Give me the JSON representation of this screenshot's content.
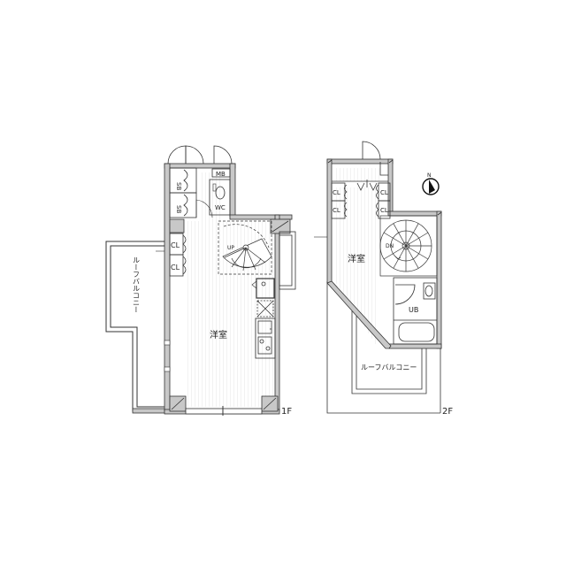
{
  "floor1": {
    "floor_label": "1F",
    "rooms": {
      "main": "洋室",
      "wc": "WC",
      "mb": "MB",
      "sb1": "SB",
      "sb2": "SB",
      "cl1": "CL",
      "cl2": "CL"
    },
    "stair_label": "UP",
    "balcony": "ルーフバルコニー"
  },
  "floor2": {
    "floor_label": "2F",
    "rooms": {
      "main": "洋室",
      "ub": "UB",
      "cl1": "CL",
      "cl2": "CL",
      "cl3": "CL",
      "cl4": "CL"
    },
    "stair_label": "DN",
    "balcony": "ルーフバルコニー"
  },
  "compass": {
    "label": "N"
  },
  "colors": {
    "wall": "#c8c8c8",
    "line": "#333333",
    "floor_hatch": "#e6e6e6"
  }
}
